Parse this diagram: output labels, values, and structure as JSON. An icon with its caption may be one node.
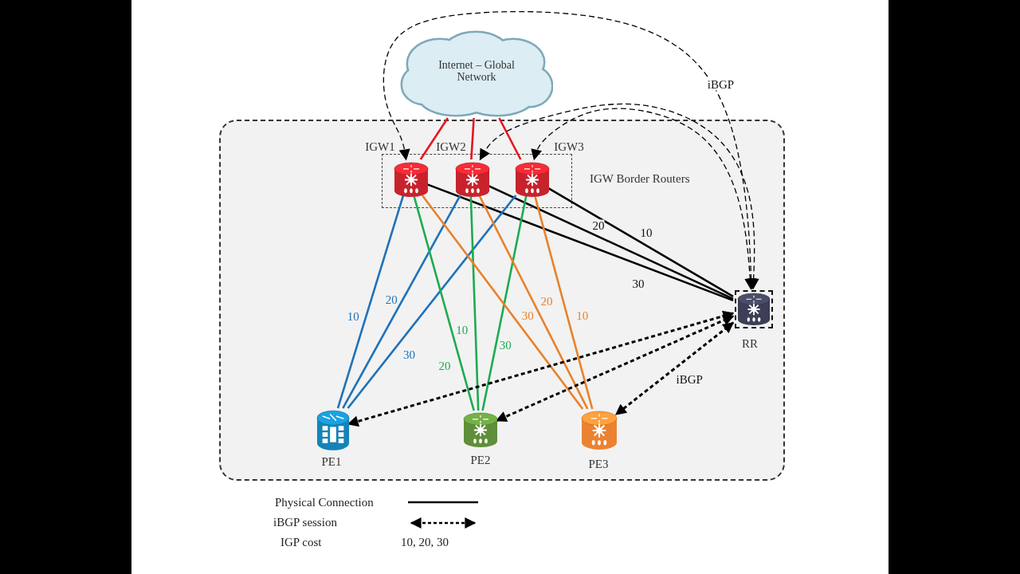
{
  "diagram": {
    "nodes": [
      {
        "text": [
          "Internet – Global Network"
        ]
      },
      {
        "text": [],
        "shape": "box"
      },
      {
        "text": [
          "IGW Border Routers"
        ],
        "in": 1
      },
      {
        "text": [
          "IGW1"
        ],
        "in": 2
      },
      {
        "text": [
          "IGW2"
        ],
        "in": 2
      },
      {
        "text": [
          "IGW3"
        ],
        "in": 2
      },
      {
        "text": [
          "RR"
        ],
        "in": 1
      },
      {
        "text": [
          "PE1"
        ],
        "in": 1
      },
      {
        "text": [
          "PE2"
        ],
        "in": 1
      },
      {
        "text": [
          "PE3"
        ],
        "in": 1
      }
    ],
    "edges": [
      {
        "from": 0,
        "to": 3,
        "arrow": "none",
        "color": "#e3181f"
      },
      {
        "from": 0,
        "to": 4,
        "arrow": "none",
        "color": "#e3181f"
      },
      {
        "from": 0,
        "to": 5,
        "arrow": "none",
        "color": "#e3181f"
      },
      {
        "from": 6,
        "to": 3,
        "arrow": "both",
        "style": "dashed",
        "label": "iBGP"
      },
      {
        "from": 6,
        "to": 4,
        "arrow": "both",
        "style": "dashed"
      },
      {
        "from": 6,
        "to": 5,
        "arrow": "both",
        "style": "dashed"
      },
      {
        "from": 3,
        "to": 6,
        "arrow": "none",
        "label": "30"
      },
      {
        "from": 4,
        "to": 6,
        "arrow": "none",
        "label": "20"
      },
      {
        "from": 5,
        "to": 6,
        "arrow": "none",
        "label": "10"
      },
      {
        "from": 3,
        "to": 7,
        "arrow": "none",
        "label": "10",
        "color": "#1f72b8"
      },
      {
        "from": 4,
        "to": 7,
        "arrow": "none",
        "label": "20",
        "color": "#1f72b8"
      },
      {
        "from": 5,
        "to": 7,
        "arrow": "none",
        "label": "30",
        "color": "#1f72b8"
      },
      {
        "from": 3,
        "to": 8,
        "arrow": "none",
        "label": "20",
        "color": "#1dab4f"
      },
      {
        "from": 4,
        "to": 8,
        "arrow": "none",
        "label": "10",
        "color": "#1dab4f"
      },
      {
        "from": 5,
        "to": 8,
        "arrow": "none",
        "label": "30",
        "color": "#1dab4f"
      },
      {
        "from": 3,
        "to": 9,
        "arrow": "none",
        "label": "30",
        "color": "#e8822a"
      },
      {
        "from": 4,
        "to": 9,
        "arrow": "none",
        "label": "20",
        "color": "#e8822a"
      },
      {
        "from": 5,
        "to": 9,
        "arrow": "none",
        "label": "10",
        "color": "#e8822a"
      },
      {
        "from": 6,
        "to": 7,
        "arrow": "both",
        "style": "dashed"
      },
      {
        "from": 6,
        "to": 8,
        "arrow": "both",
        "style": "dashed"
      },
      {
        "from": 6,
        "to": 9,
        "arrow": "both",
        "style": "dashed",
        "label": "iBGP"
      }
    ],
    "labels": [
      "10, 20, 30"
    ],
    "legend": [
      {
        "text": "Physical Connection"
      },
      {
        "text": "iBGP session"
      },
      {
        "text": "IGP cost"
      }
    ]
  }
}
